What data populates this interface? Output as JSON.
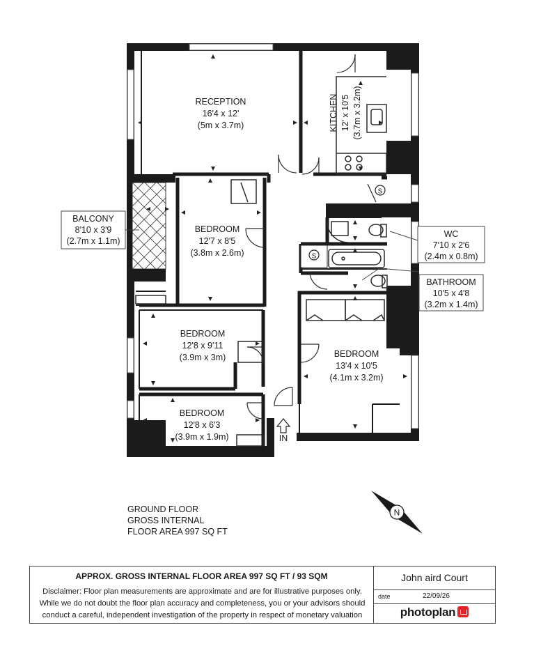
{
  "rooms": {
    "reception": {
      "name": "RECEPTION",
      "imperial": "16'4 x 12'",
      "metric": "(5m x 3.7m)"
    },
    "kitchen": {
      "name": "KITCHEN",
      "imperial": "12' x 10'5",
      "metric": "(3.7m x 3.2m)"
    },
    "balcony": {
      "name": "BALCONY",
      "imperial": "8'10 x 3'9",
      "metric": "(2.7m x 1.1m)"
    },
    "bedroom1": {
      "name": "BEDROOM",
      "imperial": "12'7 x 8'5",
      "metric": "(3.8m x 2.6m)"
    },
    "wc": {
      "name": "WC",
      "imperial": "7'10 x 2'6",
      "metric": "(2.4m x 0.8m)"
    },
    "bathroom": {
      "name": "BATHROOM",
      "imperial": "10'5 x 4'8",
      "metric": "(3.2m x 1.4m)"
    },
    "bedroom2": {
      "name": "BEDROOM",
      "imperial": "12'8 x 9'11",
      "metric": "(3.9m x 3m)"
    },
    "bedroom3": {
      "name": "BEDROOM",
      "imperial": "13'4 x 10'5",
      "metric": "(4.1m x 3.2m)"
    },
    "bedroom4": {
      "name": "BEDROOM",
      "imperial": "12'8 x 6'3",
      "metric": "(3.9m x 1.9m)"
    }
  },
  "symbols": {
    "storage": "S",
    "entrance": "IN",
    "north": "N"
  },
  "floor_area_text": [
    "GROUND FLOOR",
    "GROSS INTERNAL",
    "FLOOR AREA 997 SQ FT"
  ],
  "footer": {
    "headline": "APPROX. GROSS INTERNAL FLOOR AREA 997 SQ FT / 93 SQM",
    "disclaimer": [
      "Disclaimer: Floor plan measurements are approximate and are for illustrative purposes only.",
      "While we do not doubt the floor plan accuracy and completeness, you or your advisors should",
      "conduct a careful, independent investigation of the property in respect of monetary valuation"
    ],
    "address": "John aird Court",
    "date_label": "date",
    "date_value": "22/09/26",
    "brand": "photoplan"
  },
  "colors": {
    "wall": "#1b1b1b",
    "line": "#2b2b2b",
    "brand_red": "#e0262b"
  }
}
